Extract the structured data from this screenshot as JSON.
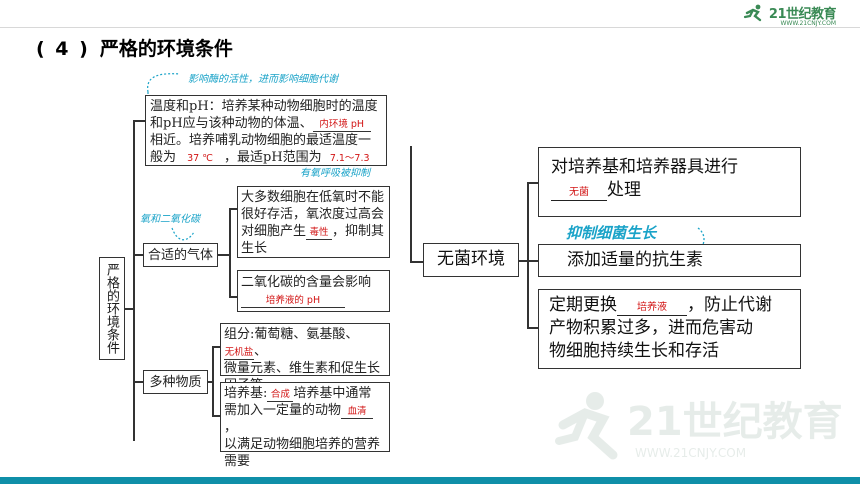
{
  "header": {
    "logo_text": "21世纪教育",
    "logo_sub": "WWW.21CNJY.COM"
  },
  "heading": {
    "num": "( 4 )",
    "title": "严格的环境条件"
  },
  "root": {
    "label": "严格的环境条件"
  },
  "temperature": {
    "note": "影响酶的活性，进而影响细胞代谢",
    "line1": "温度和pH：培养某种动物细胞时的温度",
    "line2a": "和pH应与该种动物的体温、",
    "answer1": "内环境 pH",
    "line3": "相近。培养哺乳动物细胞的最适温度一",
    "line4a": "般为",
    "answer2": "37 ℃",
    "line4b": "，最适pH范围为",
    "answer3": "7.1～7.3"
  },
  "gas": {
    "label": "合适的气体",
    "note_left": "氧和二氧化碳",
    "note_top": "有氧呼吸被抑制",
    "oxygen": {
      "line1": "大多数细胞在低氧时不能",
      "line2": "很好存活，氧浓度过高会",
      "line3a": "对细胞产生",
      "answer": "毒性",
      "line3b": "，抑制其",
      "line4": "生长"
    },
    "co2": {
      "line1": "二氧化碳的含量会影响",
      "answer": "培养液的 pH"
    }
  },
  "nutrients": {
    "label": "多种物质",
    "composition": {
      "line1a": "组分:葡萄糖、氨基酸、",
      "answer": "无机盐",
      "line1b": "、",
      "line2": "微量元素、维生素和促生长",
      "line3": "因子等"
    },
    "medium": {
      "line1a": "培养基:",
      "answer1": "合成",
      "line1b": "培养基中通常",
      "line2a": "需加入一定量的动物",
      "answer2": "血清",
      "line2b": "，",
      "line3": "以满足动物细胞培养的营养",
      "line4": "需要"
    }
  },
  "sterile": {
    "label": "无菌环境",
    "note": "抑制细菌生长",
    "item1": {
      "line1": "对培养基和培养器具进行",
      "answer": "无菌",
      "line2b": "处理"
    },
    "item2": {
      "line1": "添加适量的抗生素"
    },
    "item3": {
      "line1a": "定期更换",
      "answer": "培养液",
      "line1b": "，防止代谢",
      "line2": "产物积累过多，进而危害动",
      "line3": "物细胞持续生长和存活"
    }
  },
  "colors": {
    "answer": "#d21414",
    "handwriting": "#1aa3c8",
    "bottom_bar": "#0f8fa8",
    "logo": "#3a8a55"
  }
}
